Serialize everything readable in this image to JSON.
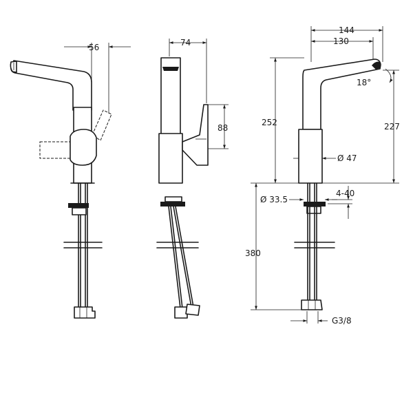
{
  "dimensions": {
    "view1_width": "56",
    "view2_width": "74",
    "view2_lever": "88",
    "view3_reach_total": "144",
    "view3_reach": "130",
    "view3_angle": "18°",
    "view3_height_total": "252",
    "view3_spout_height": "227",
    "view3_body_diam": "Ø 47",
    "view3_hole_diam": "Ø 33.5",
    "view3_deck_thickness": "4-40",
    "view3_hose_length": "380",
    "view3_connection": "G3/8"
  },
  "colors": {
    "line": "#1a1a1a",
    "background": "#ffffff"
  }
}
